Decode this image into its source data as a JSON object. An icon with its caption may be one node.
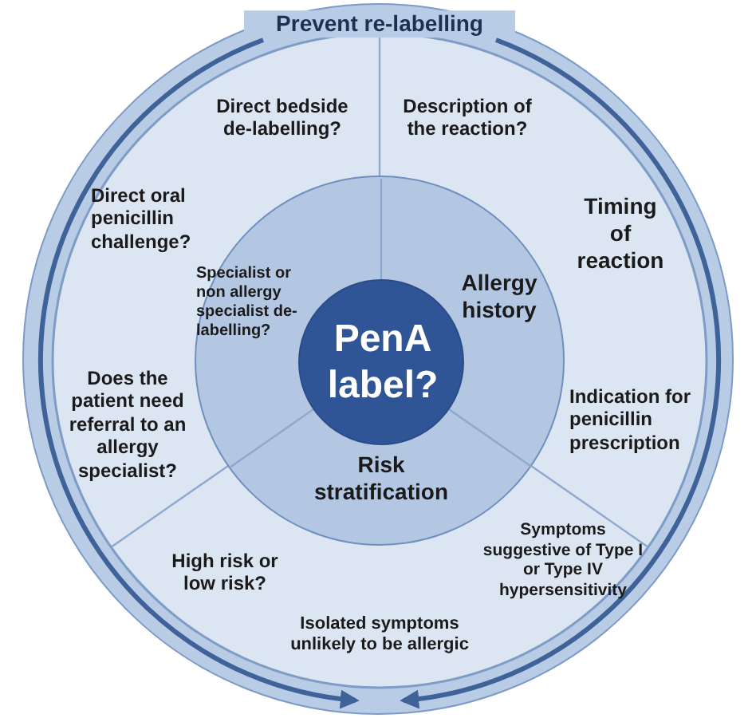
{
  "diagram": {
    "nodes": [
      {
        "text": [
          "Prevent re-labelling",
          "Direct bedside de-labelling?",
          "Description of the reaction?",
          "Direct oral penicillin challenge?",
          "Timing of reaction",
          "Does the patient need referral to an allergy specialist?",
          "Indication for penicillin prescription",
          "High risk or low risk?",
          "Symptoms suggestive of Type I or Type IV hypersensitivity",
          "Isolated symptoms unlikely to be allergic"
        ]
      },
      {
        "text": [
          "Specialist or non allergy specialist de-labelling?",
          "Allergy history",
          "Risk stratification"
        ],
        "in": 0
      },
      {
        "text": [
          "PenA label?"
        ],
        "in": 1
      }
    ],
    "edges": []
  }
}
